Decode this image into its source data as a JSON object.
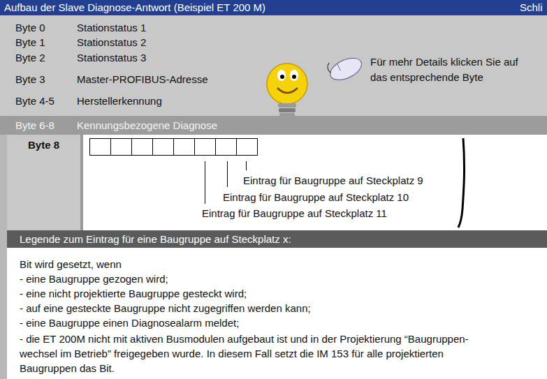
{
  "diagram": {
    "title": "Aufbau der Slave Diagnose-Antwort (Beispiel ET 200 M)",
    "nodes": [
      {
        "text": [
          "Byte 6-8",
          "Kennungsbezogene Diagnose"
        ]
      },
      {
        "text": [
          "Legende zum Eintrag für eine Baugruppe auf Steckplatz x:",
          "Bit wird gesetzt, wenn",
          "- eine Baugruppe gezogen wird;",
          "- eine nicht projektierte Baugruppe gesteckt wird;",
          "- auf eine gesteckte Baugruppe nicht zugegriffen werden kann;",
          "- eine Baugruppe einen Diagnosealarm meldet;",
          "- die ET 200M nicht mit aktiven Busmodulen aufgebaut ist und in der Projektierung “Baugruppen-wechsel im Betrieb” freigegeben wurde. In diesem Fall setzt die IM 153 für alle projektierten Baugruppen das Bit."
        ]
      }
    ],
    "labels": [
      "Schli",
      "Byte 0",
      "Stationstatus 1",
      "Byte 1",
      "Stationstatus 2",
      "Byte 2",
      "Stationstatus 3",
      "Byte 3",
      "Master-PROFIBUS-Adresse",
      "Byte 4-5",
      "Herstellerkennung",
      "Für mehr Details klicken Sie auf das entsprechende Byte",
      "Byte 8",
      "Eintrag für Baugruppe auf Steckplatz 9",
      "Eintrag für Baugruppe auf Steckplatz 10",
      "Eintrag für Baugruppe auf Steckplatz 11"
    ]
  }
}
